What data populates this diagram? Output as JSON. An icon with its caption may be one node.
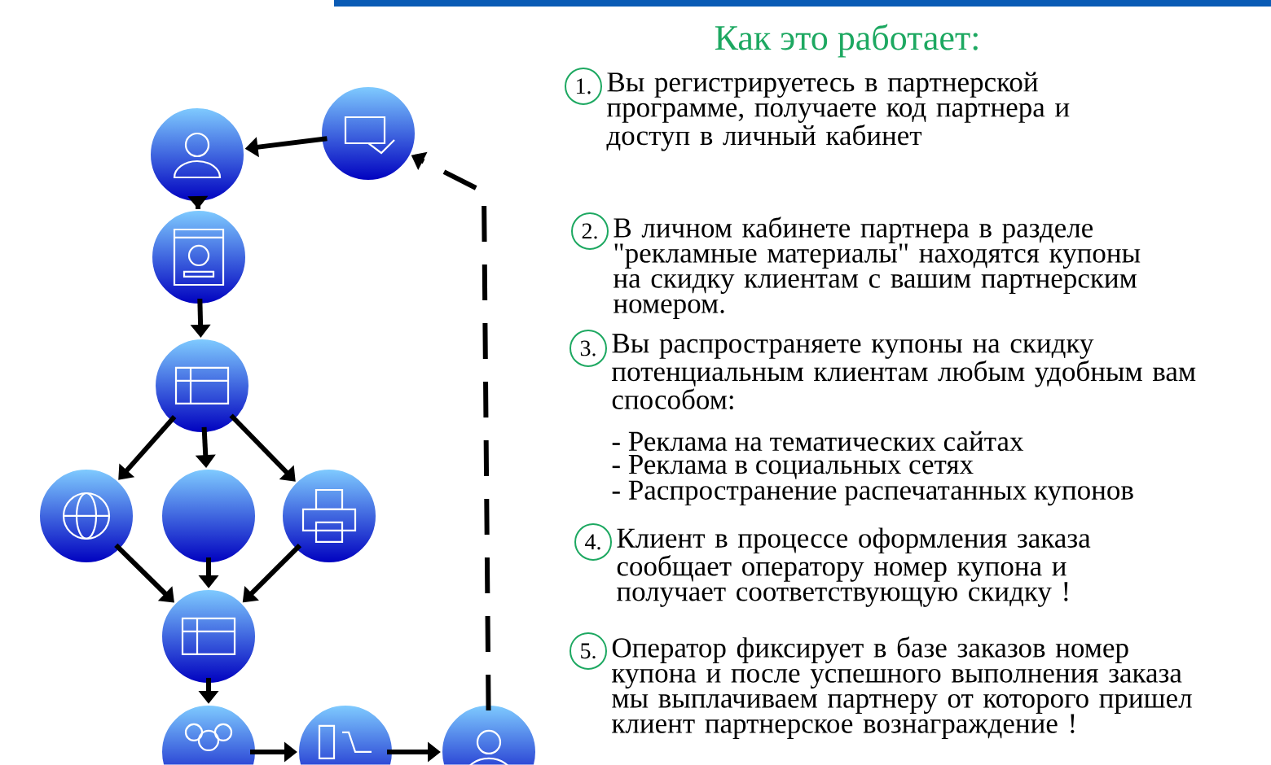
{
  "diagram": {
    "title": "Как это работает:",
    "nodes": [
      {
        "text": [],
        "shape": "picture"
      },
      {
        "text": [],
        "shape": "picture"
      },
      {
        "text": [],
        "shape": "picture"
      },
      {
        "text": [],
        "shape": "picture"
      },
      {
        "text": [],
        "shape": "picture"
      },
      {
        "text": [],
        "shape": "picture"
      },
      {
        "text": [],
        "shape": "picture"
      },
      {
        "text": [],
        "shape": "picture"
      },
      {
        "text": [],
        "shape": "picture"
      },
      {
        "text": [],
        "shape": "picture"
      },
      {
        "text": [],
        "shape": "picture"
      },
      {
        "text": [
          "1."
        ],
        "beside": [
          "Вы регистрируетесь в партнерской программе, получаете код партнера и доступ в личный кабинет"
        ]
      },
      {
        "text": [
          "2."
        ],
        "beside": [
          "В личном кабинете партнера в разделе \"рекламные материалы\" находятся купоны на скидку клиентам с вашим партнерским номером."
        ]
      },
      {
        "text": [
          "3."
        ],
        "beside": [
          "Вы распространяете купоны на скидку потенциальным клиентам любым удобным вам способом:"
        ]
      },
      {
        "text": [
          "4."
        ],
        "beside": [
          "Клиент в процессе оформления заказа сообщает оператору номер купона и получает соответствующую скидку !"
        ]
      },
      {
        "text": [
          "5."
        ],
        "beside": [
          "Оператор фиксирует в базе заказов номер купона и после успешного выполнения заказа мы выплачиваем партнеру от которого пришел клиент партнерское вознаграждение !"
        ]
      }
    ],
    "edges": [
      {
        "from": 1,
        "to": 0,
        "arrow": "to"
      },
      {
        "from": 0,
        "to": 2,
        "arrow": "to"
      },
      {
        "from": 2,
        "to": 3,
        "arrow": "to"
      },
      {
        "from": 3,
        "to": 4,
        "arrow": "to"
      },
      {
        "from": 3,
        "to": 5,
        "arrow": "to"
      },
      {
        "from": 3,
        "to": 6,
        "arrow": "to"
      },
      {
        "from": 4,
        "to": 7,
        "arrow": "to"
      },
      {
        "from": 5,
        "to": 7,
        "arrow": "to"
      },
      {
        "from": 6,
        "to": 7,
        "arrow": "to"
      },
      {
        "from": 7,
        "to": 8,
        "arrow": "to"
      },
      {
        "from": 8,
        "to": 9,
        "arrow": "to"
      },
      {
        "from": 9,
        "to": 10,
        "arrow": "to"
      },
      {
        "from": 10,
        "to": 1,
        "arrow": "to",
        "style": "dashed"
      }
    ],
    "labels": [
      "- Реклама на тематических сайтах",
      "- Реклама в социальных сетях",
      "- Распространение распечатанных купонов"
    ]
  }
}
